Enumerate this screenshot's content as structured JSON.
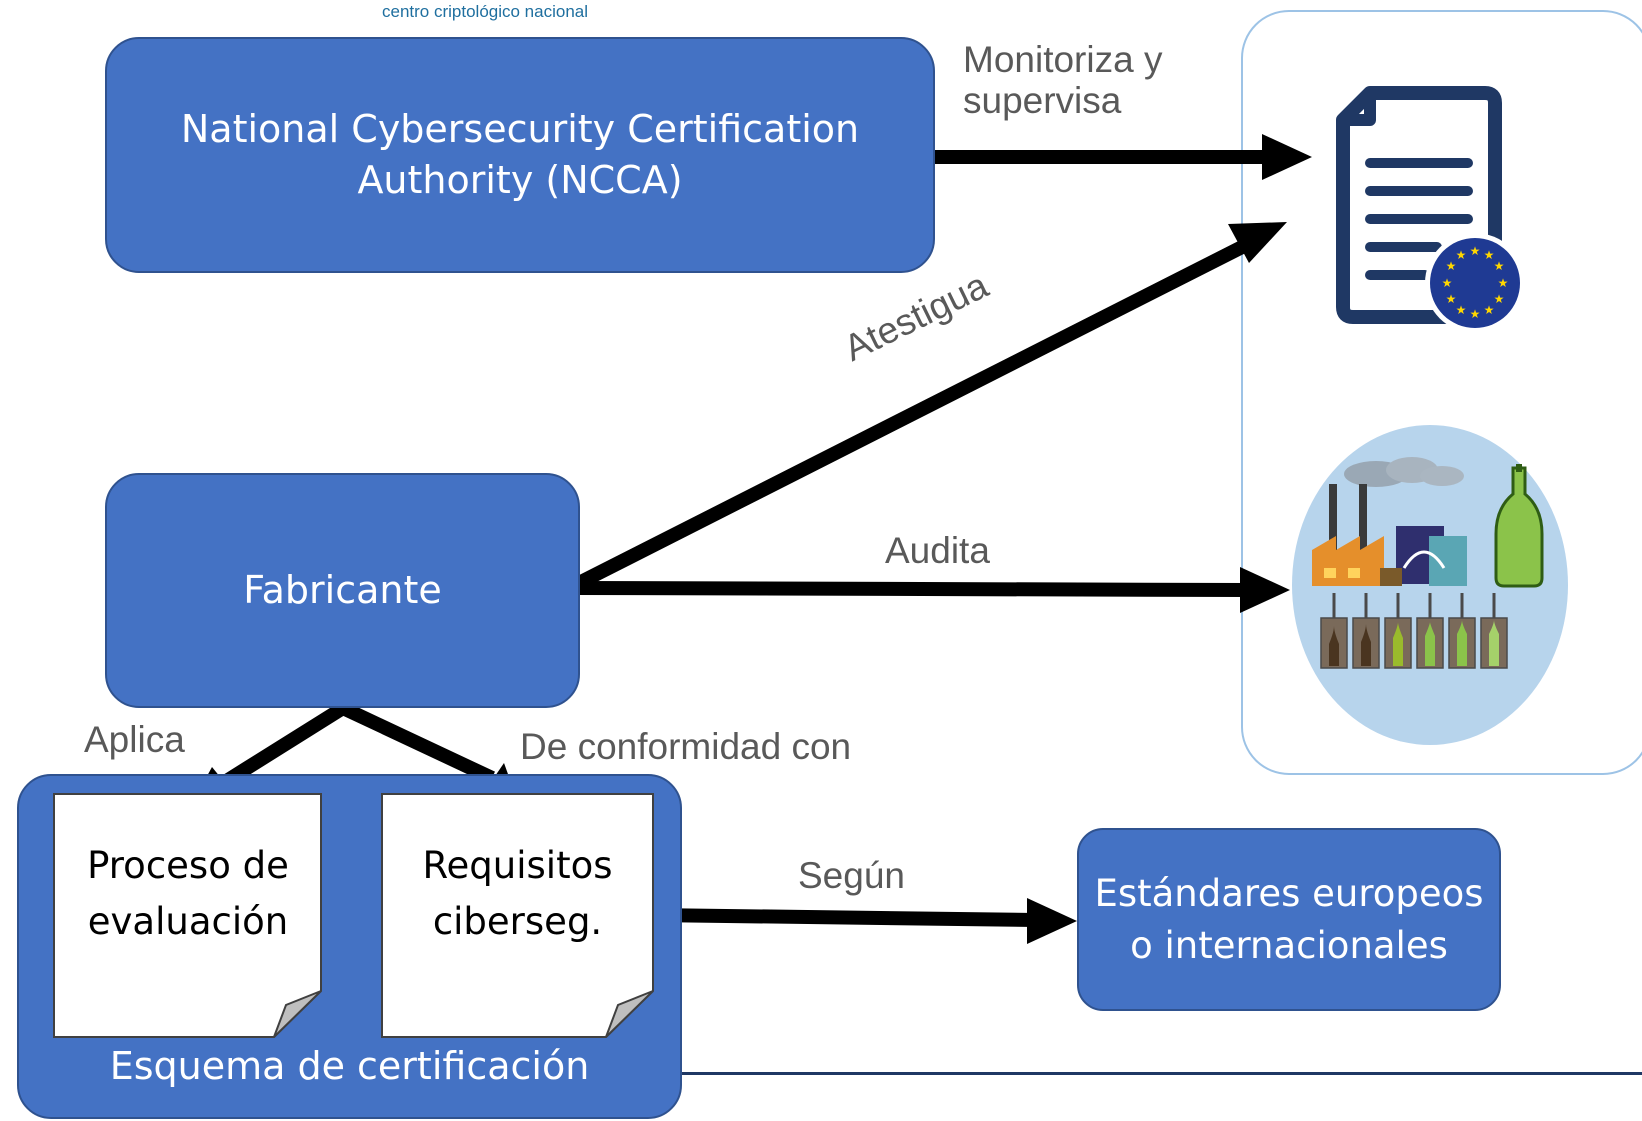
{
  "header": {
    "org_name": "centro criptológico nacional"
  },
  "nodes": {
    "ncca": "National Cybersecurity Certification Authority (NCCA)",
    "fabricante": "Fabricante",
    "esquema": "Esquema de certificación",
    "proceso": "Proceso de evaluación",
    "requisitos": "Requisitos ciberseg.",
    "estandares": "Estándares europeos o internacionales"
  },
  "edges": {
    "monitoriza": "Monitoriza y supervisa",
    "atestigua": "Atestigua",
    "audita": "Audita",
    "aplica": "Aplica",
    "conformidad": "De conformidad con",
    "segun": "Según"
  },
  "icons": [
    "document-eu-icon",
    "factory-bottles-icon"
  ],
  "colors": {
    "node_fill": "#4472c4",
    "node_border": "#2f528f",
    "arrow": "#000000",
    "label": "#595959",
    "panel_border": "#9dc3e6"
  }
}
